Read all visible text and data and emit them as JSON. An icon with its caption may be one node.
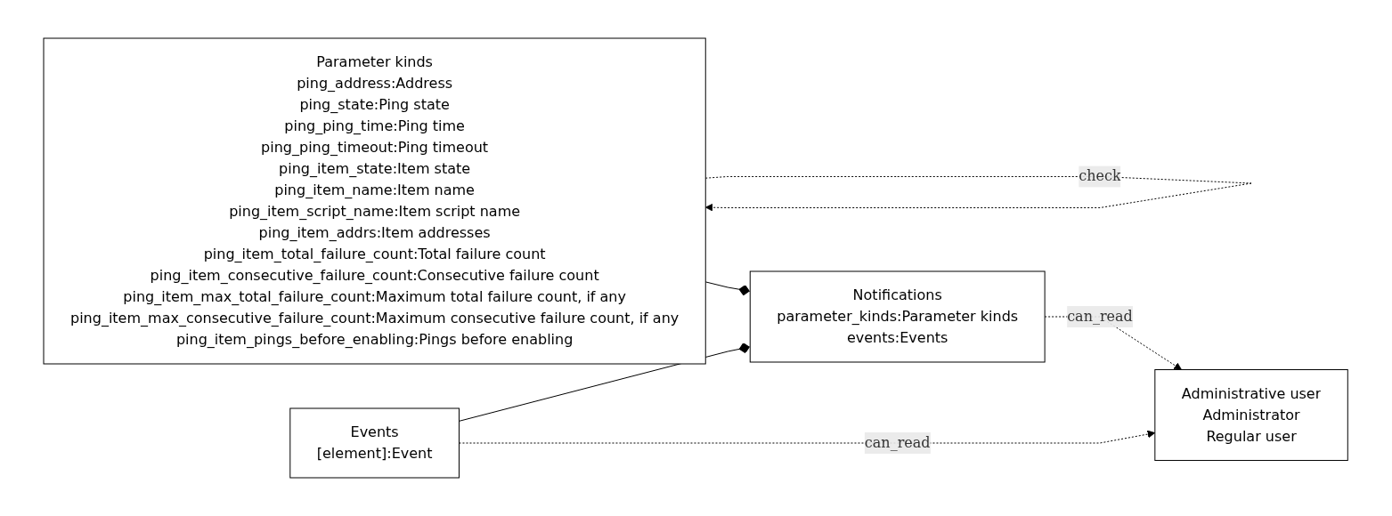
{
  "diagram": {
    "nodes": [
      {
        "text": [
          "Notifications",
          "parameter_kinds:Parameter kinds",
          "events:Events"
        ]
      },
      {
        "text": [
          "Parameter kinds",
          "ping_address:Address",
          "ping_state:Ping state",
          "ping_ping_time:Ping time",
          "ping_ping_timeout:Ping timeout",
          "ping_item_state:Item state",
          "ping_item_name:Item name",
          "ping_item_script_name:Item script name",
          "ping_item_addrs:Item addresses",
          "ping_item_total_failure_count:Total failure count",
          "ping_item_consecutive_failure_count:Consecutive failure count",
          "ping_item_max_total_failure_count:Maximum total failure count, if any",
          "ping_item_max_consecutive_failure_count:Maximum consecutive failure count, if any",
          "ping_item_pings_before_enabling:Pings before enabling"
        ]
      },
      {
        "text": [
          "Administrative user",
          "Administrator",
          "Regular user"
        ]
      },
      {
        "text": [
          "Events",
          "[element]:Event"
        ]
      }
    ],
    "edges": [
      {
        "from": 0,
        "to": 2,
        "arrow": "to",
        "style": "dashed",
        "label": "can_read"
      },
      {
        "from": 1,
        "to": 1,
        "arrow": "to",
        "style": "dashed",
        "label": "check"
      },
      {
        "from": 1,
        "to": 0,
        "arrow": "other"
      },
      {
        "from": 3,
        "to": 0,
        "arrow": "other"
      },
      {
        "from": 3,
        "to": 2,
        "arrow": "to",
        "style": "dashed",
        "label": "can_read"
      }
    ]
  }
}
